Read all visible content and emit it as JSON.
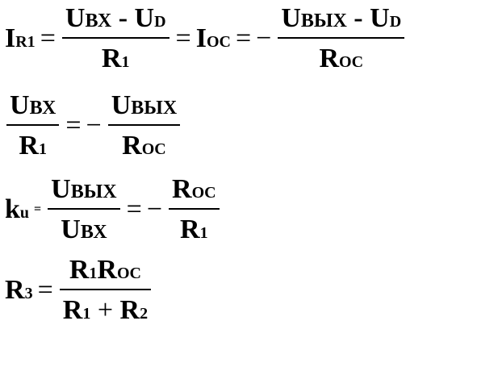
{
  "eq1": {
    "lhs_main": "I",
    "lhs_sub": "R1",
    "eq": "=",
    "f1_num_a": "U",
    "f1_num_a_sub": "ВХ",
    "f1_num_minus": " - ",
    "f1_num_b": "U",
    "f1_num_b_sub": "D",
    "f1_den": "R",
    "f1_den_sub": "1",
    "eq2": "=",
    "mid_main": "I",
    "mid_sub": "OC",
    "eq3": "=",
    "minus": "−",
    "f2_num_a": "U",
    "f2_num_a_sub": "ВЫХ",
    "f2_num_minus": " - ",
    "f2_num_b": "U",
    "f2_num_b_sub": "D",
    "f2_den": "R",
    "f2_den_sub": "OC"
  },
  "eq2": {
    "f1_num": "U",
    "f1_num_sub": "ВХ",
    "f1_den": "R",
    "f1_den_sub": "1",
    "eq": "=",
    "minus": "−",
    "f2_num": "U",
    "f2_num_sub": "ВЫХ",
    "f2_den": "R",
    "f2_den_sub": "OC"
  },
  "eq3": {
    "lhs_main": "k",
    "lhs_sub": "u",
    "eq_small": "=",
    "f1_num": "U",
    "f1_num_sub": "ВЫХ",
    "f1_den": "U",
    "f1_den_sub": "ВХ",
    "eq": "=",
    "minus": "−",
    "f2_num": "R",
    "f2_num_sub": "OC",
    "f2_den": "R",
    "f2_den_sub": "1"
  },
  "eq4": {
    "lhs_main": "R",
    "lhs_sub": "3",
    "eq": "=",
    "num_a": "R",
    "num_a_sub": "1",
    "num_b": "R",
    "num_b_sub": "OC",
    "den_a": "R",
    "den_a_sub": "1",
    "plus": " + ",
    "den_b": "R",
    "den_b_sub": "2"
  }
}
